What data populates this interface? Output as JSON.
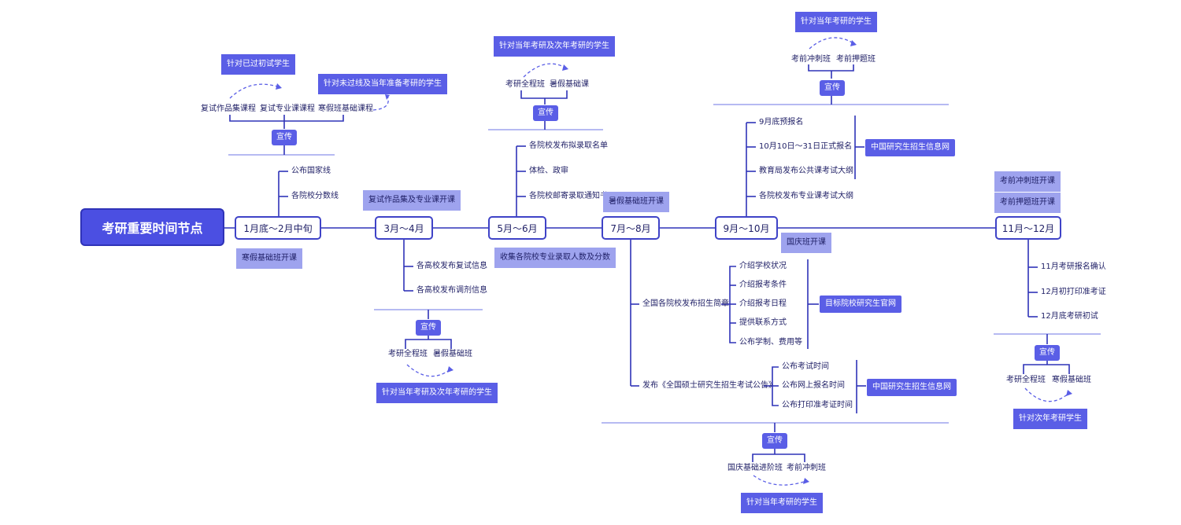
{
  "root": "考研重要时间节点",
  "stages": {
    "s1": "1月底～2月中旬",
    "s2": "3月～4月",
    "s3": "5月～6月",
    "s4": "7月～8月",
    "s5": "9月～10月",
    "s6": "11月～12月"
  },
  "s1": {
    "items": [
      "公布国家线",
      "各院校分数线"
    ],
    "tag_below": "寒假基础班开课",
    "promo": "宣传",
    "courses": [
      "复试作品集课程",
      "复试专业课课程",
      "寒假班基础课程"
    ],
    "target_a": "针对已过初试学生",
    "target_b": "针对未过线及当年准备考研的学生"
  },
  "s2": {
    "tag_above": "复试作品集及专业课开课",
    "items": [
      "各高校发布复试信息",
      "各高校发布调剂信息"
    ],
    "promo": "宣传",
    "courses": [
      "考研全程班",
      "暑假基础班"
    ],
    "target": "针对当年考研及次年考研的学生"
  },
  "s3": {
    "items": [
      "各院校发布拟录取名单",
      "体检、政审",
      "各院校邮寄录取通知书"
    ],
    "tag_below": "收集各院校专业录取人数及分数",
    "promo": "宣传",
    "courses": [
      "考研全程班",
      "暑假基础课"
    ],
    "target": "针对当年考研及次年考研的学生"
  },
  "s4": {
    "tag_above": "暑假基础班开课",
    "branch1": "全国各院校发布招生简章",
    "branch1_items": [
      "介绍学校状况",
      "介绍报考条件",
      "介绍报考日程",
      "提供联系方式",
      "公布学制、费用等"
    ],
    "branch1_source": "目标院校研究生官网",
    "branch2": "发布《全国硕士研究生招生考试公告》",
    "branch2_items": [
      "公布考试时间",
      "公布网上报名时间",
      "公布打印准考证时间"
    ],
    "branch2_source": "中国研究生招生信息网",
    "promo": "宣传",
    "courses": [
      "国庆基础进阶班",
      "考前冲刺班"
    ],
    "target": "针对当年考研的学生"
  },
  "s5": {
    "items": [
      "9月底预报名",
      "10月10日～31日正式报名",
      "教育局发布公共课考试大纲",
      "各院校发布专业课考试大纲"
    ],
    "source": "中国研究生招生信息网",
    "tag_below": "国庆班开课",
    "promo": "宣传",
    "courses": [
      "考前冲刺班",
      "考前押题班"
    ],
    "target": "针对当年考研的学生"
  },
  "s6": {
    "tags_above": [
      "考前冲刺班开课",
      "考前押题班开课"
    ],
    "items": [
      "11月考研报名确认",
      "12月初打印准考证",
      "12月底考研初试"
    ],
    "promo": "宣传",
    "courses": [
      "考研全程班",
      "寒假基础班"
    ],
    "target": "针对次年考研学生"
  }
}
